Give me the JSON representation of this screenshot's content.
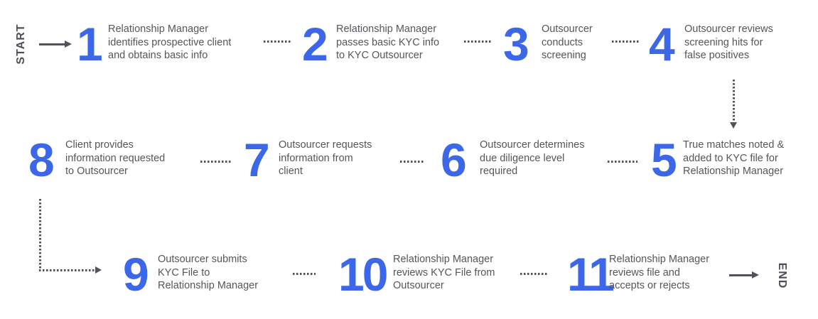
{
  "colors": {
    "accent_blue": "#3B67E8",
    "text_gray": "#54565B",
    "line_gray": "#50545A",
    "background": "#FFFFFF"
  },
  "flow": {
    "start_label": "START",
    "end_label": "END",
    "icons": {
      "start_arrow": "solid-right-arrow",
      "end_arrow": "solid-right-arrow",
      "step_connector": "dotted-line",
      "row1_to_row2": "dotted-down-arrow",
      "row2_to_row3": "dotted-elbow-arrow"
    },
    "steps": [
      {
        "num": "1",
        "lines": [
          "Relationship Manager",
          "identifies prospective client",
          "and obtains basic info"
        ]
      },
      {
        "num": "2",
        "lines": [
          "Relationship Manager",
          "passes basic KYC info",
          "to KYC Outsourcer"
        ]
      },
      {
        "num": "3",
        "lines": [
          "Outsourcer",
          "conducts",
          "screening"
        ]
      },
      {
        "num": "4",
        "lines": [
          "Outsourcer reviews",
          "screening hits for",
          "false positives"
        ]
      },
      {
        "num": "5",
        "lines": [
          "True matches noted &",
          "added to KYC file for",
          "Relationship Manager"
        ]
      },
      {
        "num": "6",
        "lines": [
          "Outsourcer determines",
          "due diligence level",
          "required"
        ]
      },
      {
        "num": "7",
        "lines": [
          "Outsourcer requests",
          "information from",
          "client"
        ]
      },
      {
        "num": "8",
        "lines": [
          "Client provides",
          "information requested",
          "to Outsourcer"
        ]
      },
      {
        "num": "9",
        "lines": [
          "Outsourcer submits",
          "KYC File to",
          "Relationship Manager"
        ]
      },
      {
        "num": "10",
        "lines": [
          "Relationship Manager",
          "reviews KYC File from",
          "Outsourcer"
        ]
      },
      {
        "num": "11",
        "lines": [
          "Relationship Manager",
          "reviews file and",
          "accepts or rejects"
        ]
      }
    ]
  }
}
